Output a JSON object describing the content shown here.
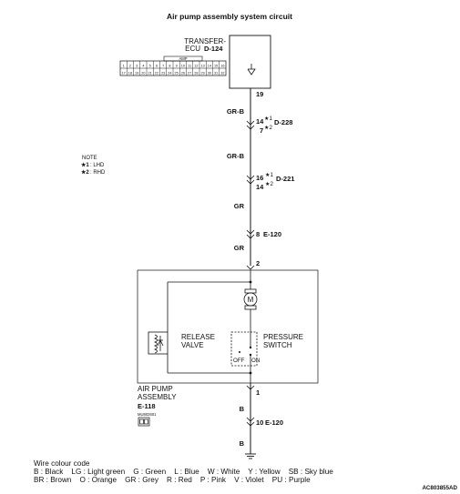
{
  "title": "Air pump assembly system circuit",
  "ecu": {
    "name_line1": "TRANSFER-",
    "name_line2": "ECU",
    "connector": "D-124",
    "pin": "19",
    "connector_label": "AMP",
    "pins_top": [
      "1",
      "2",
      "3",
      "4",
      "5",
      "6",
      "7",
      "8",
      "9",
      "10",
      "11",
      "12",
      "13",
      "14",
      "15",
      "16"
    ],
    "pins_bottom": [
      "17",
      "18",
      "19",
      "20",
      "21",
      "22",
      "23",
      "24",
      "25",
      "26",
      "27",
      "28",
      "29",
      "30",
      "31",
      "32"
    ]
  },
  "note": {
    "heading": "NOTE",
    "items": [
      {
        "mark": "★1",
        "text": ": LHD"
      },
      {
        "mark": "★2",
        "text": ": RHD"
      }
    ]
  },
  "wire_colours": {
    "seg1": "GR-B",
    "seg2": "GR-B",
    "seg3": "GR",
    "seg4": "GR",
    "seg5": "B",
    "seg6": "B"
  },
  "joints": [
    {
      "pin_a": "14",
      "mark_a": "★1",
      "pin_b": "7",
      "mark_b": "★2",
      "connector": "D-228"
    },
    {
      "pin_a": "16",
      "mark_a": "★1",
      "pin_b": "14",
      "mark_b": "★2",
      "connector": "D-221"
    }
  ],
  "connector_e120_a": {
    "pin": "8",
    "connector": "E-120"
  },
  "connector_e120_b": {
    "pin": "10",
    "connector": "E-120"
  },
  "pump": {
    "pin_top": "2",
    "pin_bottom": "1",
    "motor_symbol": "M",
    "valve_line1": "RELEASE",
    "valve_line2": "VALVE",
    "switch_line1": "PRESSURE",
    "switch_line2": "SWITCH",
    "off_label": "OFF",
    "on_label": "ON",
    "name_line1": "AIR PUMP",
    "name_line2": "ASSEMBLY",
    "connector": "E-118",
    "part_code": "MU802601"
  },
  "legend": {
    "heading": "Wire colour code",
    "row1": "B : Black    LG : Light green    G : Green    L : Blue    W : White    Y : Yellow    SB : Sky blue",
    "row2": "BR : Brown    O : Orange    GR : Grey    R : Red    P : Pink    V : Violet    PU : Purple"
  },
  "figure_code": "AC803855AD"
}
